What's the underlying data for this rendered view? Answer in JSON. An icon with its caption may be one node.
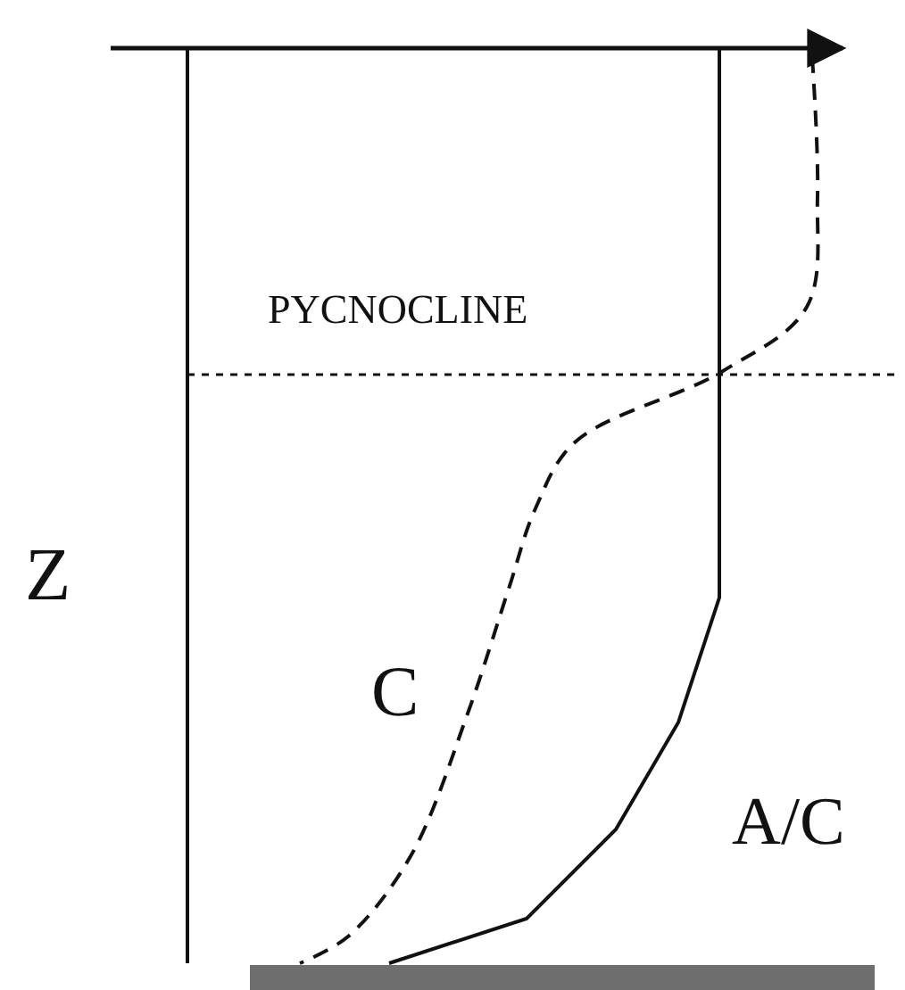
{
  "diagram": {
    "labels": [
      "PYCNOCLINE",
      "Z",
      "C",
      "A/C"
    ]
  }
}
